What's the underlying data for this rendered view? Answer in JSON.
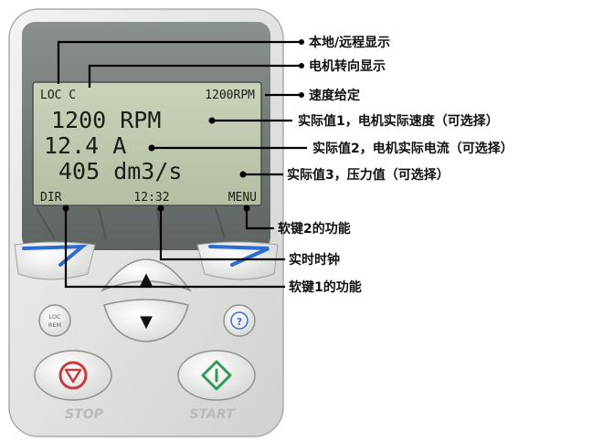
{
  "lcd": {
    "status_left": "LOC C",
    "status_right": "1200RPM",
    "line1": "1200 RPM",
    "line2": "12.4 A",
    "line3": "405 dm3/s",
    "soft_left": "DIR",
    "clock": "12:32",
    "soft_right": "MENU"
  },
  "keypad": {
    "up_symbol": "▲",
    "down_symbol": "▼",
    "help_symbol": "?",
    "locrem_line1": "LOC",
    "locrem_line2": "REM",
    "stop_label": "STOP",
    "start_label": "START"
  },
  "callouts": {
    "local_remote": "本地/远程显示",
    "motor_direction": "电机转向显示",
    "speed_reference": "速度给定",
    "actual_value_1": "实际值1，电机实际速度（可选择）",
    "actual_value_2": "实际值2，电机实际电流（可选择）",
    "actual_value_3": "实际值3，压力值（可选择）",
    "softkey_2": "软键2的功能",
    "realtime_clock": "实时时钟",
    "softkey_1": "软键1的功能"
  },
  "colors": {
    "lcd_background": "#bcc7ad",
    "bezel": "#6f7572",
    "body": "#e2e4e1",
    "stop_red": "#c93b3b",
    "start_green": "#2f9a55",
    "help_blue": "#3a6fc4",
    "softkey_blue": "#2c6bd0"
  }
}
